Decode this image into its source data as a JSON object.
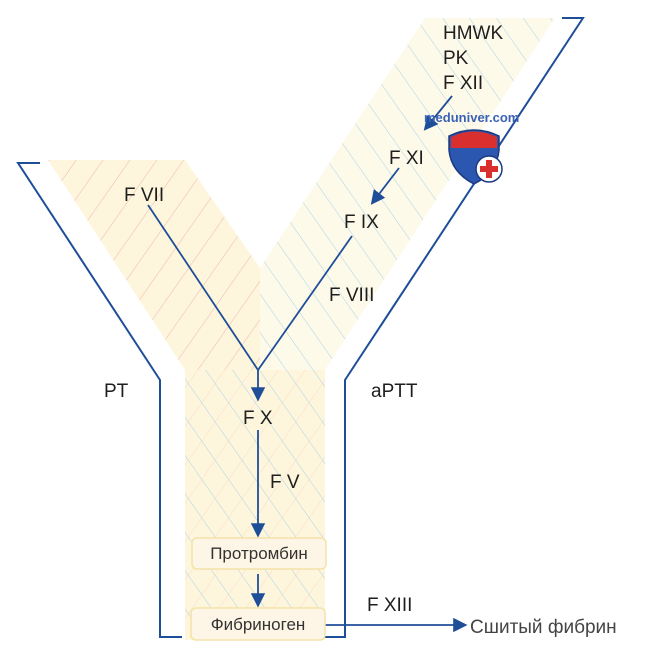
{
  "labels": {
    "hmwk": "HMWK",
    "pk": "PK",
    "f12": "F XII",
    "f11": "F XI",
    "f9": "F IX",
    "f8": "F VIII",
    "f7": "F VII",
    "f10": "F X",
    "f5": "F V",
    "f13": "F XIII",
    "pt": "PT",
    "aptt": "aPTT"
  },
  "boxes": {
    "prothrombin": "Протромбин",
    "fibrinogen": "Фибриноген"
  },
  "product": "Сшитый фибрин",
  "watermark": "meduniver.com",
  "colors": {
    "line": "#1f4e99",
    "fill": "#fdf6dc",
    "hatch_extrinsic": "#f0b4b4",
    "hatch_intrinsic": "#a9d3e6"
  }
}
